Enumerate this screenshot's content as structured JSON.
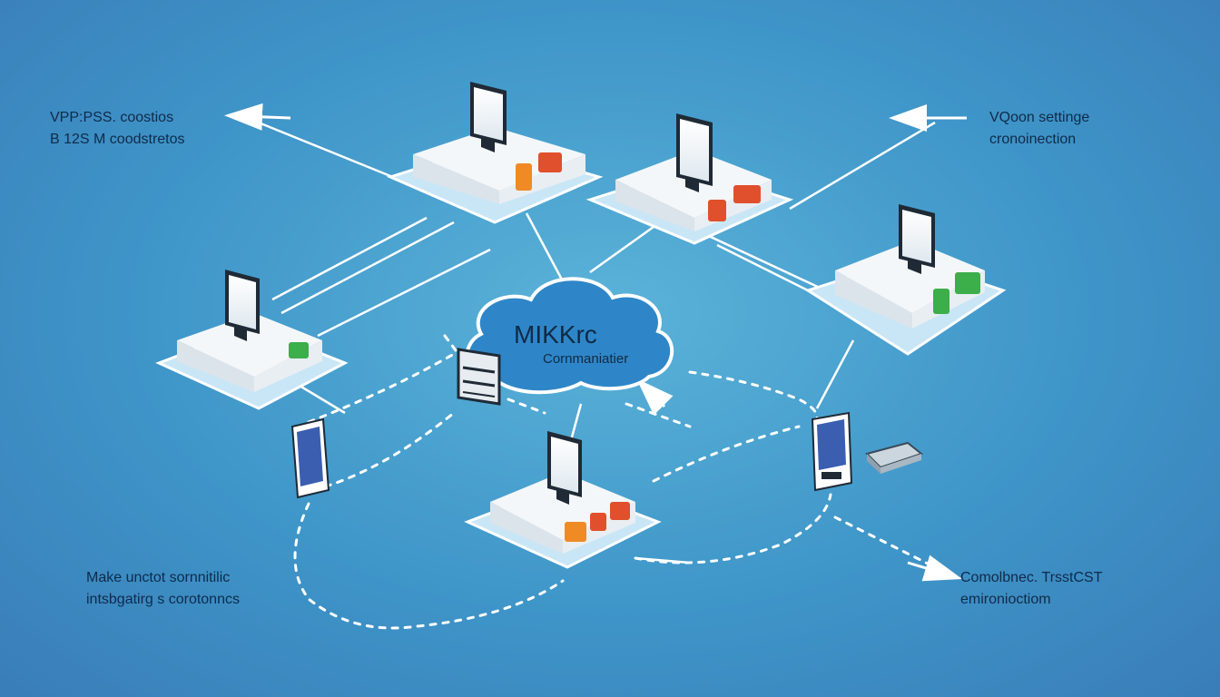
{
  "cloud": {
    "title": "MIKKrc",
    "subtitle": "Cornmaniatier"
  },
  "labels": {
    "top_left": [
      "VPP:PSS. coostios",
      "B 12S M coodstretos"
    ],
    "top_right": [
      "VQoon settinge",
      "cronoinection"
    ],
    "bottom_left": [
      "Make unctot sornnitilic",
      "intsbgatirg s corotonncs"
    ],
    "bottom_right": [
      "Comolbnec. TrsstCST",
      "emironioctiom"
    ]
  },
  "colors": {
    "background": "#4a9fd0",
    "platform_top": "#f4f7fa",
    "platform_shadow": "#c9e6f6",
    "cloud_fill": "#2e86c8",
    "line": "#ffffff",
    "badge_orange": "#f08a24",
    "badge_red": "#e0502c",
    "badge_green": "#3cae4a"
  },
  "icons": [
    "server-node-icon",
    "monitor-icon",
    "cloud-icon",
    "tablet-icon",
    "router-icon",
    "arrow-icon"
  ]
}
